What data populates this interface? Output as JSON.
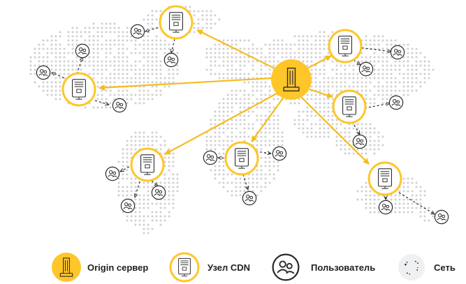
{
  "colors": {
    "accent": "#FFC629",
    "arrow": "#F5BC1C",
    "map_dots": "#CFCFCF",
    "user_stroke": "#2b2b2b",
    "network_bg": "#EEF0F2"
  },
  "nodes": {
    "origin": {
      "type": "origin-server",
      "icon": "server-tower-icon"
    },
    "cdn": [
      {
        "id": "north-america-north",
        "icon": "server-icon"
      },
      {
        "id": "north-america-west",
        "icon": "server-icon"
      },
      {
        "id": "south-america",
        "icon": "server-icon"
      },
      {
        "id": "africa",
        "icon": "server-icon"
      },
      {
        "id": "asia-north",
        "icon": "server-icon"
      },
      {
        "id": "asia-east",
        "icon": "server-icon"
      },
      {
        "id": "oceania",
        "icon": "server-icon"
      }
    ]
  },
  "legend": {
    "origin": "Origin сервер",
    "cdn": "Узел CDN",
    "user": "Пользователь",
    "network": "Сеть"
  }
}
